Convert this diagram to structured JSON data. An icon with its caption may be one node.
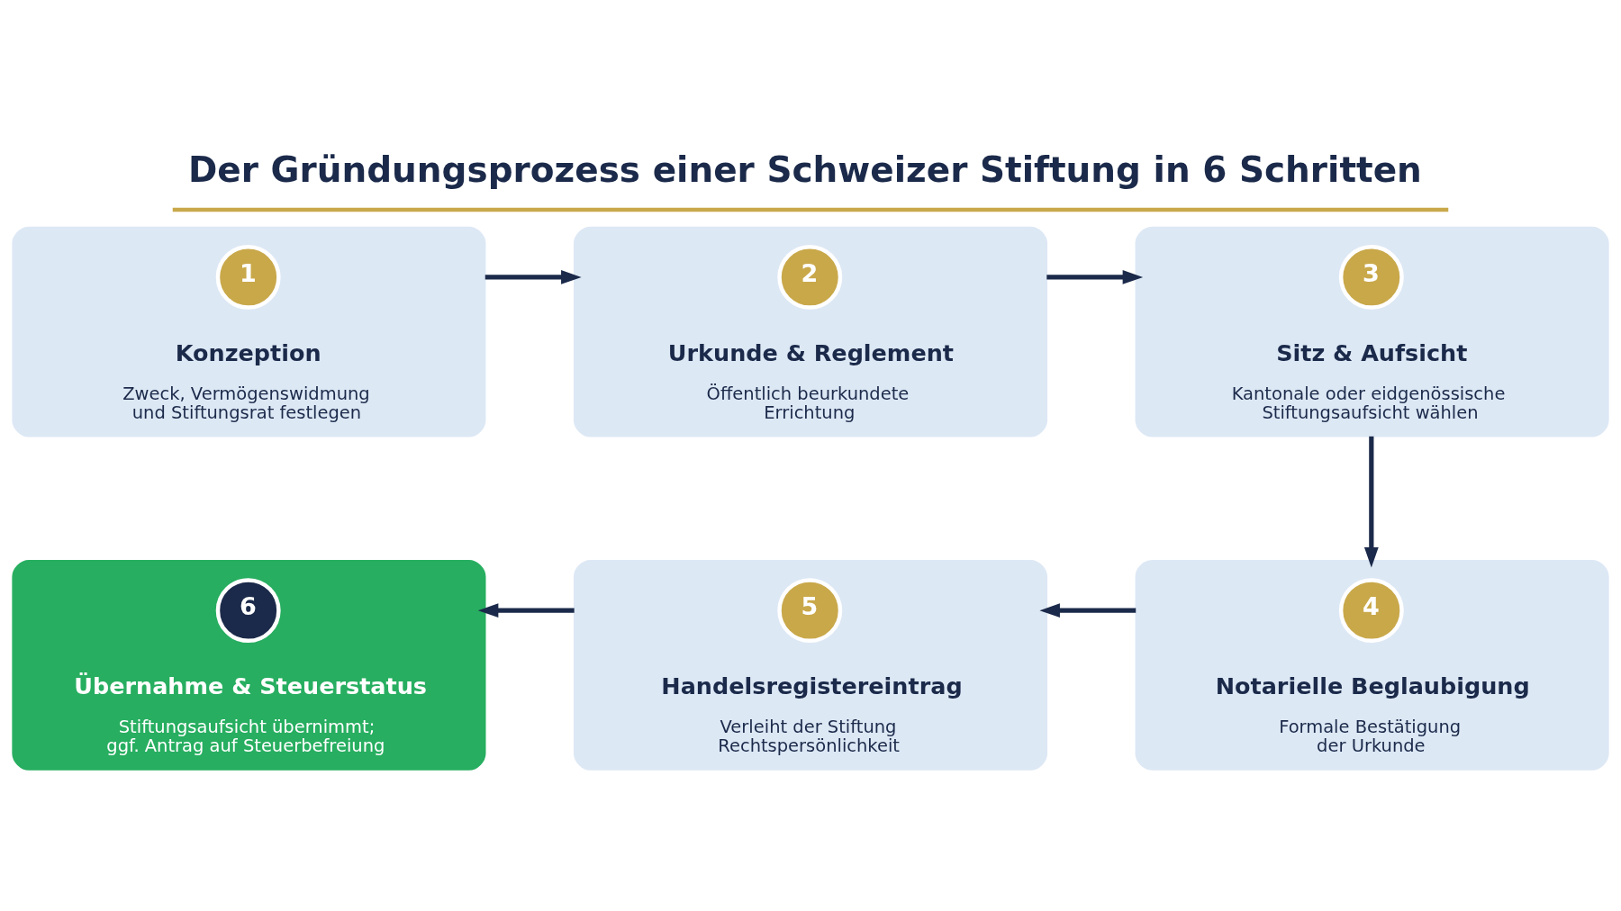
{
  "diagram": {
    "title": "Der Gründungsprozess einer Schweizer Stiftung in 6 Schritten",
    "nodes": [
      {
        "text": [
          "Konzeption",
          "Zweck, Vermögenswidmung und Stiftungsrat festlegen"
        ]
      },
      {
        "text": [
          "1"
        ],
        "in": 0
      },
      {
        "text": [
          "Urkunde & Reglement",
          "Öffentlich beurkundete Errichtung"
        ]
      },
      {
        "text": [
          "2"
        ],
        "in": 2
      },
      {
        "text": [
          "Sitz & Aufsicht",
          "Kantonale oder eidgenössische Stiftungsaufsicht wählen"
        ]
      },
      {
        "text": [
          "3"
        ],
        "in": 4
      },
      {
        "text": [
          "Notarielle Beglaubigung",
          "Formale Bestätigung der Urkunde"
        ]
      },
      {
        "text": [
          "4"
        ],
        "in": 6
      },
      {
        "text": [
          "Handelsregistereintrag",
          "Verleiht der Stiftung Rechtspersönlichkeit"
        ]
      },
      {
        "text": [
          "5"
        ],
        "in": 8
      },
      {
        "text": [
          "Übernahme & Steuerstatus",
          "Stiftungsaufsicht übernimmt; ggf. Antrag auf Steuerbefreiung"
        ]
      },
      {
        "text": [
          "6"
        ],
        "in": 10
      }
    ],
    "edges": [
      {
        "from": 0,
        "to": 2,
        "arrow": "to"
      },
      {
        "from": 2,
        "to": 4,
        "arrow": "to"
      },
      {
        "from": 4,
        "to": 6,
        "arrow": "to"
      },
      {
        "from": 6,
        "to": 8,
        "arrow": "to"
      },
      {
        "from": 8,
        "to": 10,
        "arrow": "to"
      }
    ]
  }
}
